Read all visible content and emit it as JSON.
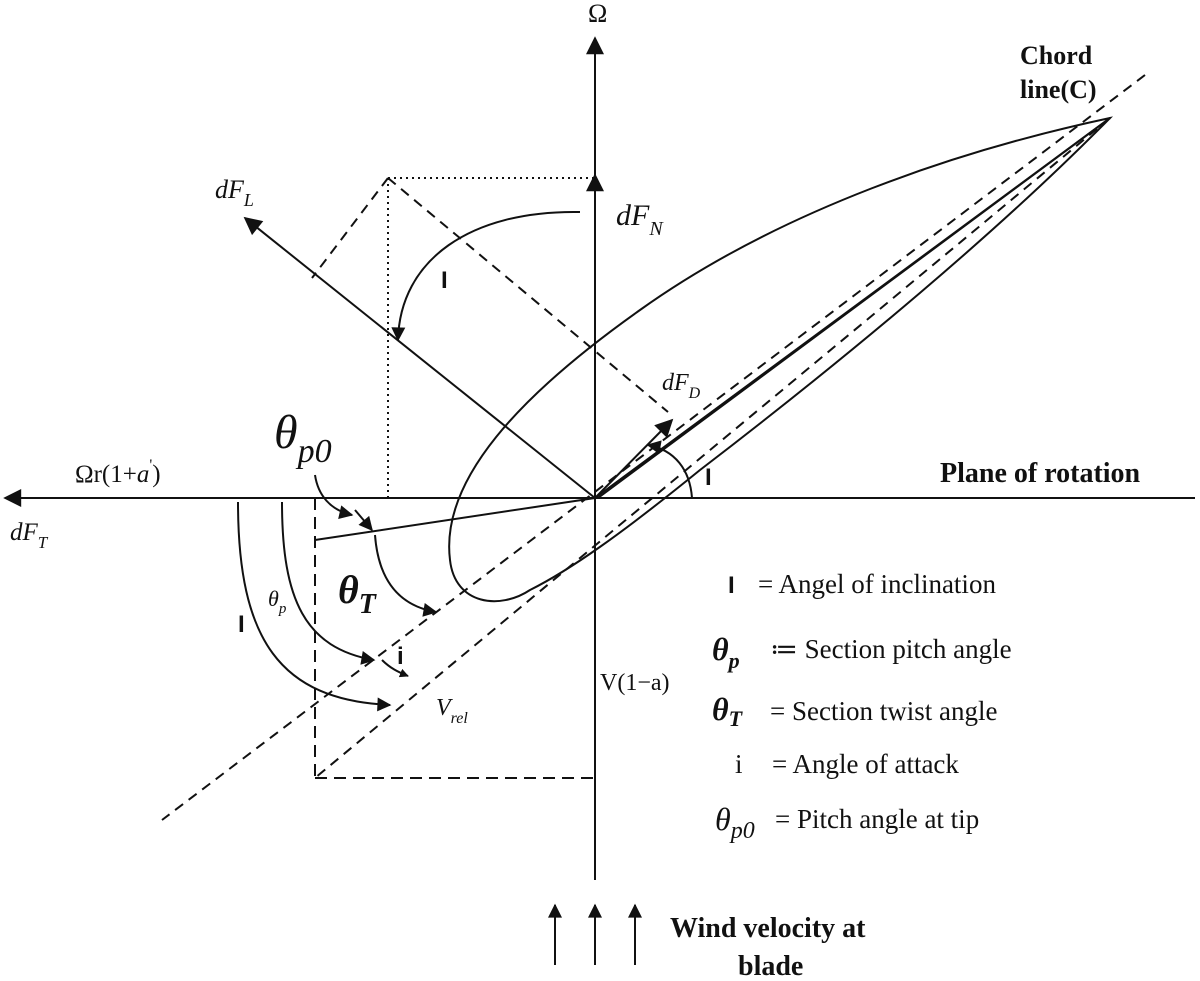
{
  "labels": {
    "omega": "Ω",
    "chord_line_1": "Chord",
    "chord_line_2": "line(C)",
    "plane_of_rotation": "Plane of rotation",
    "omega_r_main": "Ωr(1+",
    "omega_r_a": "a",
    "omega_r_prime": "'",
    "omega_r_close": ")",
    "dF_L": {
      "main": "dF",
      "sub": "L"
    },
    "dF_N": {
      "main": "dF",
      "sub": "N"
    },
    "dF_D": {
      "main": "dF",
      "sub": "D"
    },
    "dF_T": {
      "main": "dF",
      "sub": "T"
    },
    "inclination_symbol": "I",
    "theta": "θ",
    "theta_p0_sub": "p0",
    "theta_p_sub": "p",
    "theta_T_sub": "T",
    "alpha_symbol": "i",
    "v_rel": {
      "main": "V",
      "sub": "rel"
    },
    "v_axial": "V(1−a)",
    "wind_1": "Wind velocity at",
    "wind_2": "blade"
  },
  "legend": [
    {
      "symbol": "I",
      "text": "=  Angel of inclination"
    },
    {
      "symbol": "θ",
      "sub": "p",
      "text": "≔  Section pitch angle"
    },
    {
      "symbol": "θ",
      "sub": "T",
      "text": "=  Section twist angle"
    },
    {
      "symbol": "i",
      "text": "=  Angle of attack"
    },
    {
      "symbol": "θ",
      "sub": "p0",
      "text": "= Pitch angle at tip"
    }
  ],
  "colors": {
    "ink": "#111111",
    "background": "#ffffff"
  }
}
